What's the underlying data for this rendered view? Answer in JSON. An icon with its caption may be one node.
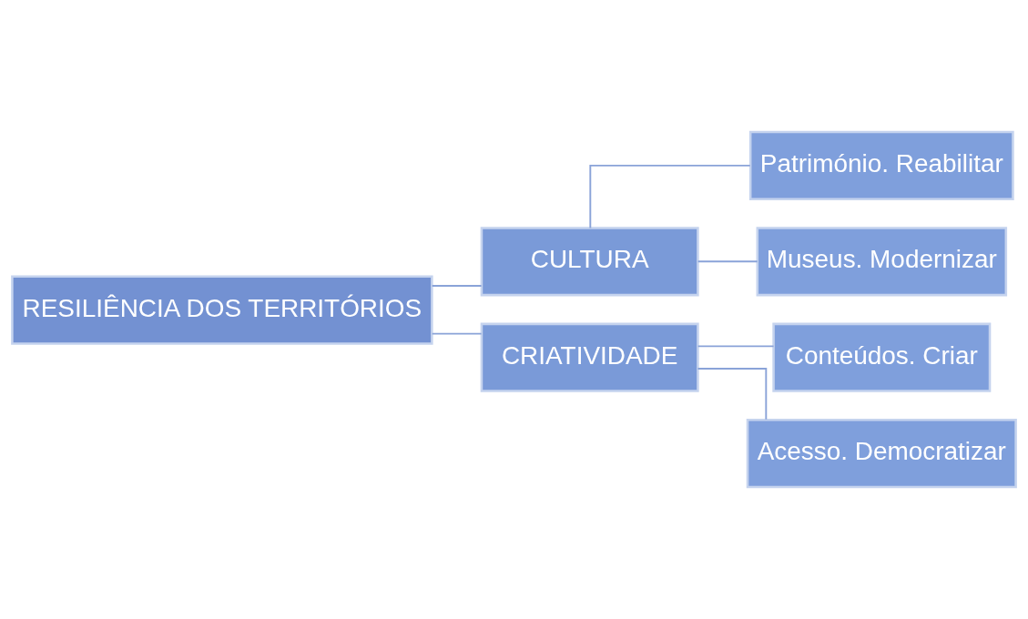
{
  "diagram": {
    "nodes": [
      {
        "text": [
          "RESILIÊNCIA DOS TERRITÓRIOS"
        ]
      },
      {
        "text": [
          "CULTURA"
        ]
      },
      {
        "text": [
          "CRIATIVIDADE"
        ]
      },
      {
        "text": [
          "Património. Reabilitar"
        ]
      },
      {
        "text": [
          "Museus. Modernizar"
        ]
      },
      {
        "text": [
          "Conteúdos. Criar"
        ]
      },
      {
        "text": [
          "Acesso. Democratizar"
        ]
      }
    ],
    "edges": [
      {
        "from": 0,
        "to": 1,
        "arrow": "none"
      },
      {
        "from": 0,
        "to": 2,
        "arrow": "none"
      },
      {
        "from": 1,
        "to": 3,
        "arrow": "none"
      },
      {
        "from": 1,
        "to": 4,
        "arrow": "none"
      },
      {
        "from": 2,
        "to": 5,
        "arrow": "none"
      },
      {
        "from": 2,
        "to": 6,
        "arrow": "none"
      }
    ]
  }
}
